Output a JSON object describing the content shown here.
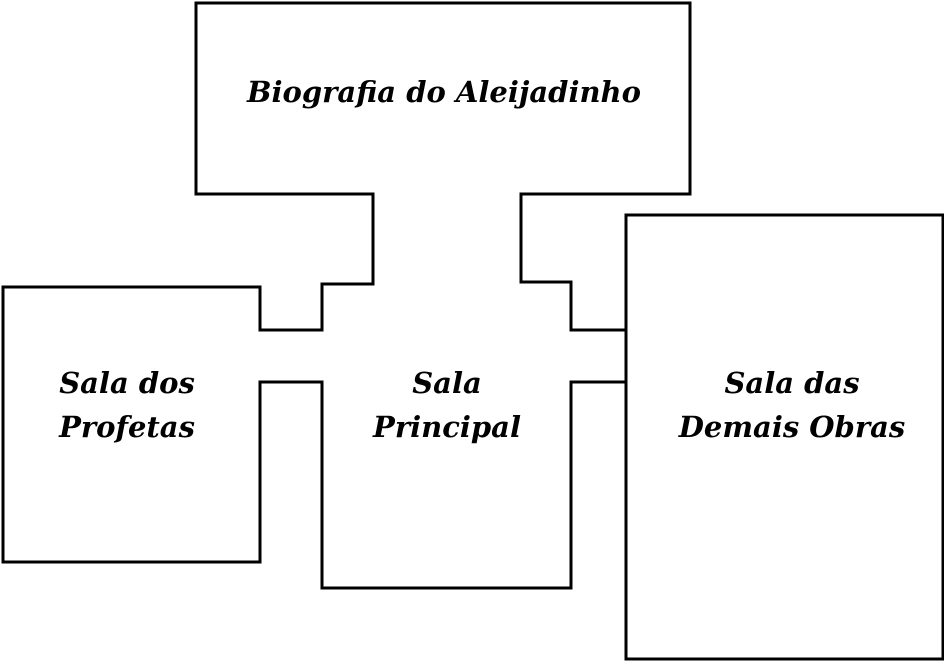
{
  "rooms": {
    "biografia": {
      "line1": "Biografia do Aleijadinho"
    },
    "profetas": {
      "line1": "Sala dos",
      "line2": "Profetas"
    },
    "principal": {
      "line1": "Sala",
      "line2": "Principal"
    },
    "demais_obras": {
      "line1": "Sala das",
      "line2": "Demais Obras"
    }
  }
}
